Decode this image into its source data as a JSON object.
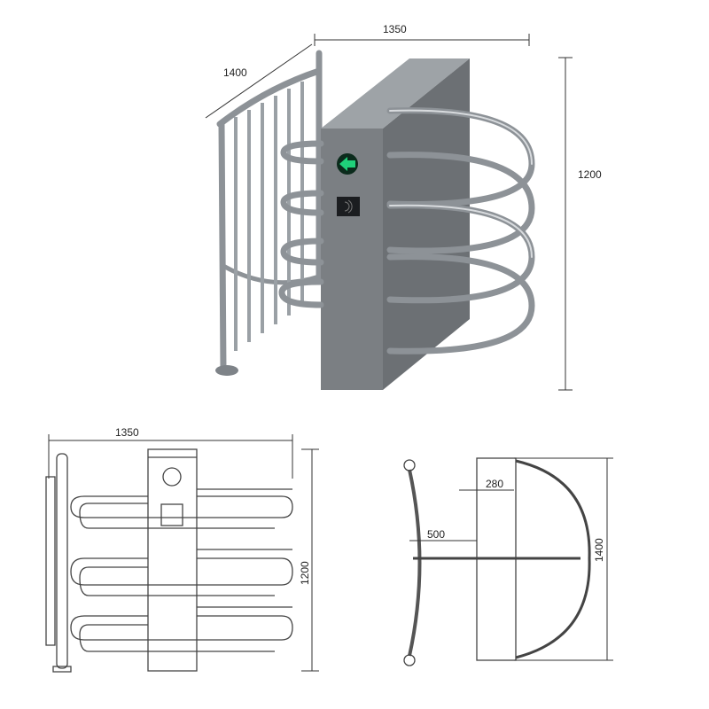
{
  "render": {
    "dimensions": {
      "width": "1350",
      "depth": "1400",
      "height": "1200"
    },
    "colors": {
      "steel": "#8d9297",
      "indicator_green": "#1fd17a",
      "cabinet": "#7b7f83"
    },
    "icons": [
      "green-arrow-indicator-icon",
      "card-reader-icon"
    ]
  },
  "front_view": {
    "width": "1350",
    "height": "1200"
  },
  "top_view": {
    "arm_offset": "280",
    "fence_gap": "500",
    "depth": "1400"
  }
}
